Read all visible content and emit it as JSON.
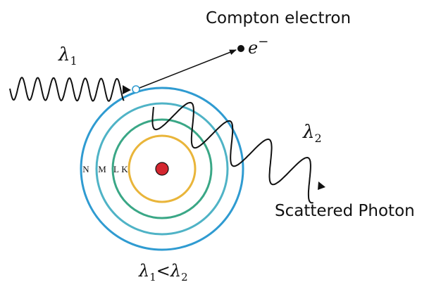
{
  "labels": {
    "compton_electron": "Compton electron",
    "electron_symbol": "e",
    "electron_charge": "−",
    "lambda_symbol": "λ",
    "lambda1_sub": "1",
    "lambda2_sub": "2",
    "scattered_photon": "Scattered Photon",
    "inequality": "<"
  },
  "shells": [
    {
      "letter": "N",
      "color": "#2f9bd1"
    },
    {
      "letter": "M",
      "color": "#4fb3c6"
    },
    {
      "letter": "L",
      "color": "#3aa786"
    },
    {
      "letter": "K",
      "color": "#e9b53a"
    }
  ],
  "colors": {
    "nucleus": "#d3262f",
    "wave": "#111111",
    "arrow": "#111111"
  }
}
